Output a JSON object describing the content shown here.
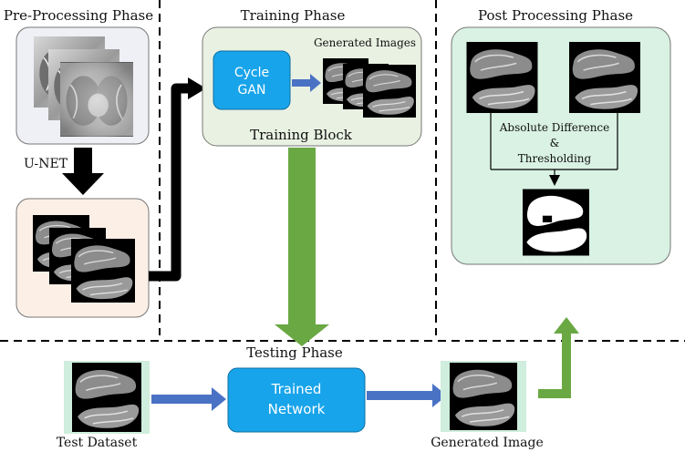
{
  "phases": {
    "pre_processing": "Pre-Processing Phase",
    "training": "Training Phase",
    "post_processing": "Post Processing Phase",
    "testing": "Testing Phase"
  },
  "pre": {
    "unet_label": "U-NET"
  },
  "training": {
    "cyclegan_line1": "Cycle",
    "cyclegan_line2": "GAN",
    "generated_label": "Generated Images",
    "block_label": "Training Block"
  },
  "post": {
    "diff_line1": "Absolute Difference",
    "diff_line2": "&",
    "diff_line3": "Thresholding"
  },
  "testing": {
    "dataset_label": "Test Dataset",
    "network_line1": "Trained",
    "network_line2": "Network",
    "generated_label": "Generated Image"
  },
  "colors": {
    "pre_box": "#eef0f6",
    "seg_box": "#fcefe6",
    "train_box": "#e9f1e2",
    "post_box": "#d9f2e3",
    "blue_box": "#18a4ea",
    "blue_arrow": "#4a72c4",
    "green_arrow": "#6aa844",
    "black_arrow": "#000000"
  }
}
